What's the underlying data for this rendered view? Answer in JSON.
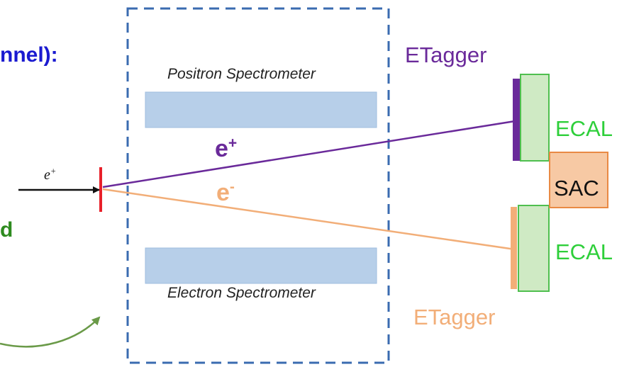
{
  "title_fragment": "nnel):",
  "left_fragment": "d",
  "beam": {
    "particle": "e",
    "charge": "+"
  },
  "spectrometers": {
    "positron": "Positron Spectrometer",
    "electron": "Electron Spectrometer"
  },
  "tracks": {
    "positron": {
      "particle": "e",
      "charge": "+",
      "color": "#6a2a9a"
    },
    "electron": {
      "particle": "e",
      "charge": "-",
      "color": "#f2ae78"
    }
  },
  "detectors": {
    "etagger_top": "ETagger",
    "etagger_bottom": "ETagger",
    "ecal_top": "ECAL",
    "ecal_bottom": "ECAL",
    "sac": "SAC"
  },
  "colors": {
    "title": "#1a1ad0",
    "left_fragment": "#2e8b1f",
    "frame": "#3a6bb0",
    "spectrometer_fill": "#b7cfe9",
    "target": "#e8202a",
    "ecal_fill": "#cfeac4",
    "ecal_border": "#4fbf4f",
    "sac_fill": "#f7c9a4",
    "sac_border": "#e98a44",
    "arrow": "#6a9a48"
  }
}
